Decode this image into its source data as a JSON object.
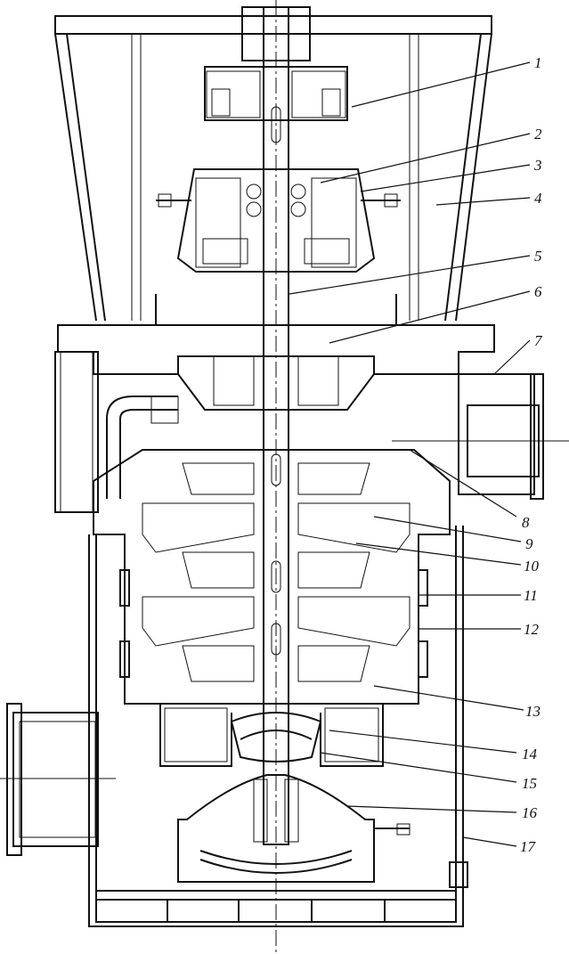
{
  "drawing": {
    "type": "sectional engineering drawing",
    "callouts": [
      {
        "label": "1"
      },
      {
        "label": "2"
      },
      {
        "label": "3"
      },
      {
        "label": "4"
      },
      {
        "label": "5"
      },
      {
        "label": "6"
      },
      {
        "label": "7"
      },
      {
        "label": "8"
      },
      {
        "label": "9"
      },
      {
        "label": "10"
      },
      {
        "label": "11"
      },
      {
        "label": "12"
      },
      {
        "label": "13"
      },
      {
        "label": "14"
      },
      {
        "label": "15"
      },
      {
        "label": "16"
      },
      {
        "label": "17"
      }
    ]
  }
}
